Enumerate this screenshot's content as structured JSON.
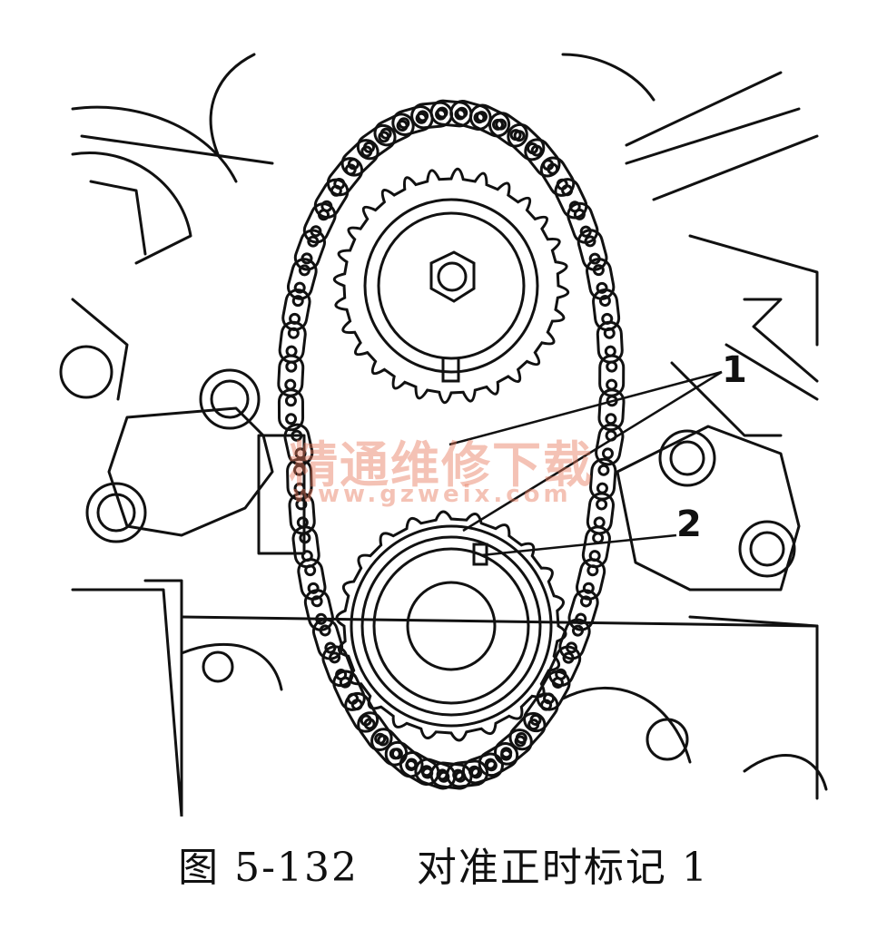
{
  "figure": {
    "callouts": [
      {
        "id": "1",
        "label": "1"
      },
      {
        "id": "2",
        "label": "2"
      }
    ],
    "watermark": {
      "text_cn": "精通维修下载",
      "url": "www.gzweix.com"
    }
  },
  "caption": {
    "text": "图 5-132    对准正时标记 1"
  },
  "colors": {
    "line": "#111111",
    "background": "#ffffff",
    "watermark": "#e6785a"
  }
}
